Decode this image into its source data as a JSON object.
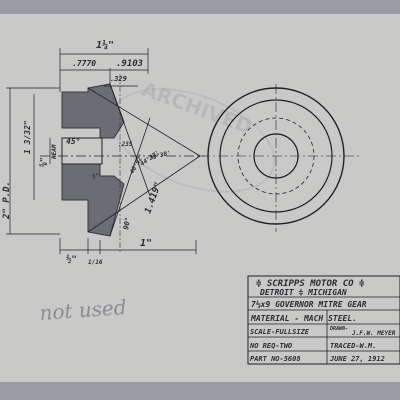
{
  "title_block": {
    "company": "≑ SCRIPPS MOTOR CO ≑",
    "location": "DETROIT  ≑  MICHIGAN",
    "part_name": "7⅓x9 GOVERNOR MITRE GEAR",
    "material": "MATERIAL - MACH STEEL.",
    "scale": "SCALE-FULLSIZE",
    "drawn_by_label": "DRAWN-",
    "drawn_by": "J.F.W. MEYER",
    "qty": "NO REQ-TWO",
    "traced": "TRACED-W.M.",
    "part_no": "PART NO-5608",
    "date": "JUNE 27, 1912"
  },
  "dimensions": {
    "overall_width": "1¼\"",
    "left_width": ".7770",
    "right_width": ".9103",
    "hub_offset": ".329",
    "pitch_dia": "2\" P.D.",
    "bore_label": "REAM",
    "bore": "⅝\"",
    "hub_dia": "1 3/32\"",
    "chamfer_angle": "45°",
    "face_angle": "90°",
    "cone_length": "1.419\"",
    "bottom_left": "½\"",
    "bottom_small": "1/16",
    "bottom_right": "1\"",
    "tooth_dim": ".235",
    "tooth_dim2": "½\"",
    "angle_a": "40°52'",
    "angle_b": "44°37'",
    "angle_c": "38°30'"
  },
  "annotation": "not used",
  "stamp_text": "ARCHIVED"
}
